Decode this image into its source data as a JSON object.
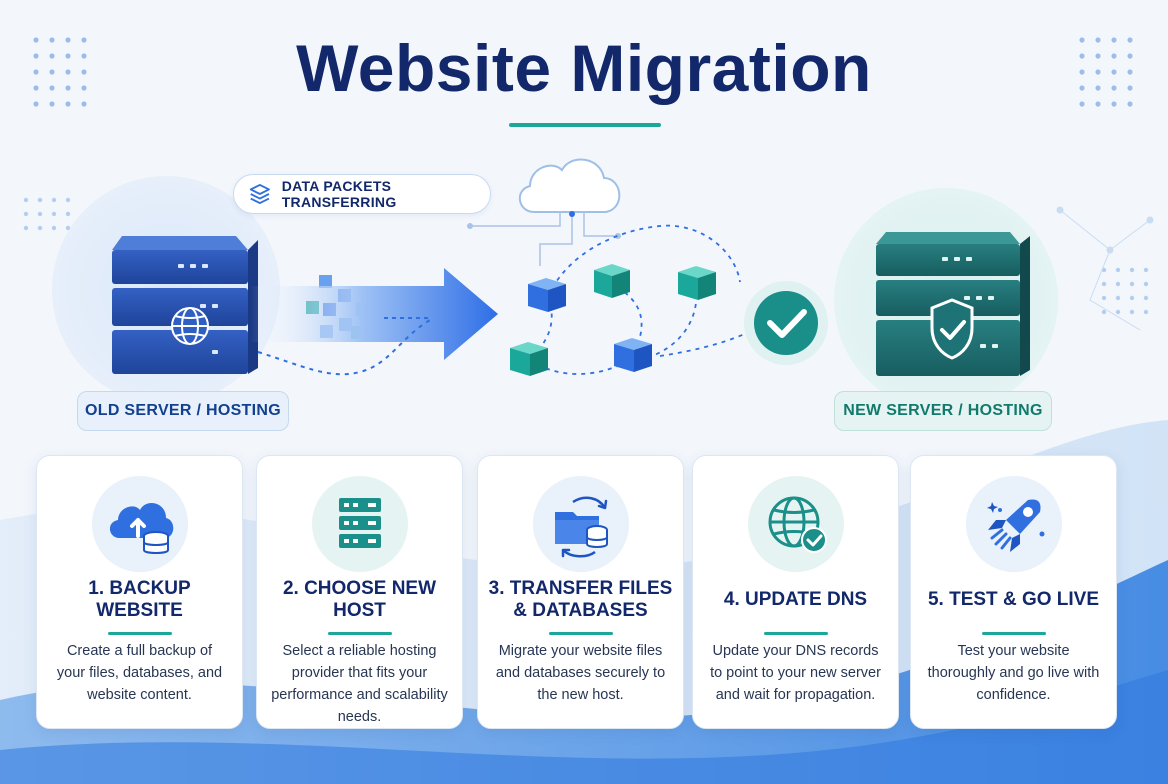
{
  "title": "Website Migration",
  "packets_label": "DATA PACKETS TRANSFERRING",
  "old_server_label": "OLD SERVER / HOSTING",
  "new_server_label": "NEW SERVER / HOSTING",
  "colors": {
    "navy": "#12286b",
    "teal": "#1ba89a",
    "blue": "#2f6fe0",
    "old_server": "#2a55b8",
    "new_server": "#1e6f72"
  },
  "icons": {
    "packets": "stack-layers-icon",
    "old_server": "server-globe-icon",
    "new_server": "server-shield-icon",
    "cloud": "cloud-icon",
    "check": "check-circle-icon"
  },
  "steps": [
    {
      "title": "1. BACKUP\nWEBSITE",
      "description": "Create a full backup of your files, databases, and website content.",
      "icon": "cloud-upload-database-icon"
    },
    {
      "title": "2. CHOOSE NEW HOST",
      "description": "Select a reliable hosting provider that fits your performance and scalability needs.",
      "icon": "server-stack-icon"
    },
    {
      "title": "3. TRANSFER FILES\n& DATABASES",
      "description": "Migrate your website files and databases securely to the new host.",
      "icon": "folder-sync-database-icon"
    },
    {
      "title": "4. UPDATE DNS",
      "description": "Update your DNS records to point to your new server and wait for propagation.",
      "icon": "globe-check-icon"
    },
    {
      "title": "5. TEST & GO LIVE",
      "description": "Test your website thoroughly and go live with confidence.",
      "icon": "rocket-icon"
    }
  ]
}
